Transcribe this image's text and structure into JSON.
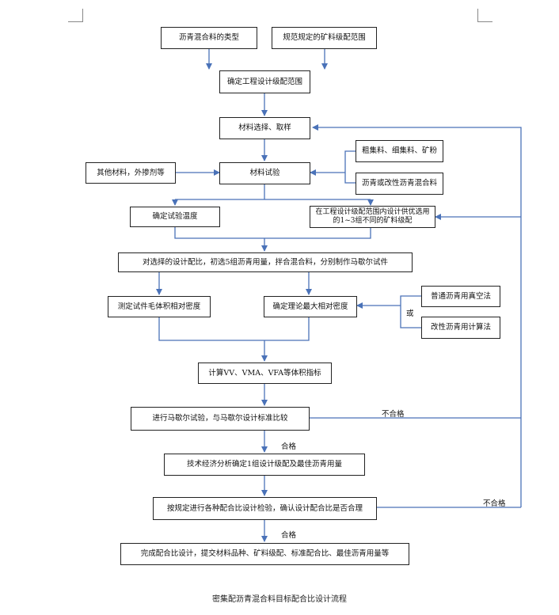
{
  "nodes": {
    "mix_type": "沥青混合料的类型",
    "spec_range": "规范规定的矿料级配范围",
    "design_range": "确定工程设计级配范围",
    "material_select": "材料选择、取样",
    "other_materials": "其他材料，外掺剂等",
    "material_test": "材料试验",
    "aggregates": "粗集料、细集料、矿粉",
    "asphalt_types": "沥青或改性沥青混合料",
    "test_temp": "确定试验温度",
    "gradation_options": "在工程设计级配范围内设计供优选用的1~3组不同的矿料级配",
    "marshall_prep": "对选择的设计配比，初选5组沥青用量，拌合混合料，分别制作马歇尔试件",
    "bulk_density": "测定试件毛体积相对密度",
    "max_density": "确定理论最大相对密度",
    "vacuum_method": "普通沥青用真空法",
    "calc_method": "改性沥青用计算法",
    "volume_indices": "计算VV、VMA、VFA等体积指标",
    "marshall_test": "进行马歇尔试验，与马歇尔设计标准比较",
    "tech_econ": "技术经济分析确定1组设计级配及最佳沥青用量",
    "design_check": "按规定进行各种配合比设计检验，确认设计配合比是否合理",
    "final_submit": "完成配合比设计，提交材料品种、矿料级配、标准配合比、最佳沥青用量等"
  },
  "labels": {
    "or": "或",
    "fail_1": "不合格",
    "pass_1": "合格",
    "fail_2": "不合格",
    "pass_2": "合格"
  },
  "caption": "密集配沥青混合料目标配合比设计流程",
  "colors": {
    "line": "#4a72b8",
    "border": "#222222"
  }
}
